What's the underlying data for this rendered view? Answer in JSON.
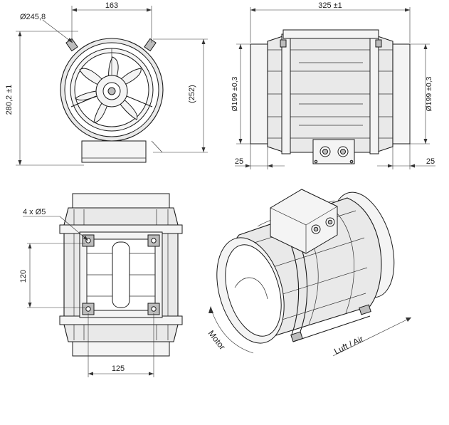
{
  "dimensions": {
    "front_width": "163",
    "front_diameter": "Ø245,8",
    "front_height": "280,2 ±1",
    "front_outer_diameter": "(252)",
    "side_length": "325 ±1",
    "side_diameter_left": "Ø199 ±0,3",
    "side_diameter_right": "Ø199 ±0,3",
    "side_collar_left": "25",
    "side_collar_right": "25",
    "bottom_holes": "4 x Ø5",
    "bottom_hole_spacing_v": "120",
    "bottom_hole_spacing_h": "125"
  },
  "labels": {
    "motor": "Motor",
    "airflow": "Luft / Air"
  }
}
